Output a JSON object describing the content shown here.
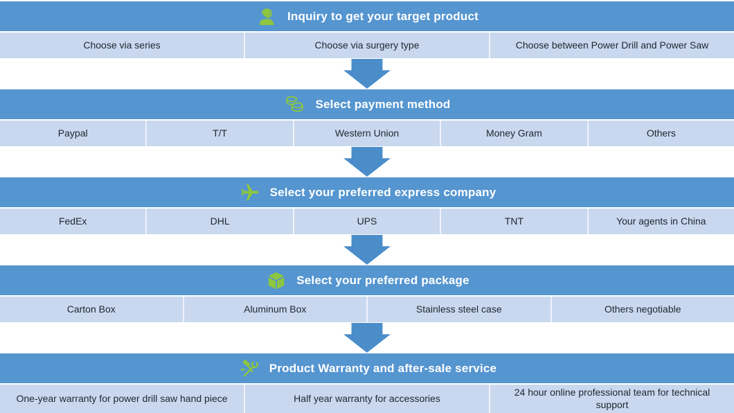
{
  "colors": {
    "header_blue": "#5595d0",
    "row_light_blue": "#c9d8ee",
    "icon_green": "#8dc63f",
    "arrow_blue": "#4a8dc9",
    "header_text": "#ffffff",
    "row_text": "#1e2631"
  },
  "sections": [
    {
      "title": "Inquiry to get your target product",
      "icon": "support-agent-icon",
      "items": [
        "Choose via series",
        "Choose via surgery type",
        "Choose between Power Drill and Power Saw"
      ]
    },
    {
      "title": "Select payment method",
      "icon": "coins-icon",
      "items": [
        "Paypal",
        "T/T",
        "Western Union",
        "Money Gram",
        "Others"
      ]
    },
    {
      "title": "Select your preferred express company",
      "icon": "airplane-icon",
      "items": [
        "FedEx",
        "DHL",
        "UPS",
        "TNT",
        "Your agents in China"
      ]
    },
    {
      "title": "Select your preferred package",
      "icon": "package-icon",
      "items": [
        "Carton Box",
        "Aluminum Box",
        "Stainless steel case",
        "Others negotiable"
      ]
    },
    {
      "title": "Product Warranty and after-sale service",
      "icon": "tools-icon",
      "items": [
        "One-year warranty for power drill saw hand piece",
        "Half year warranty for accessories",
        "24 hour online professional team for technical support"
      ]
    }
  ]
}
